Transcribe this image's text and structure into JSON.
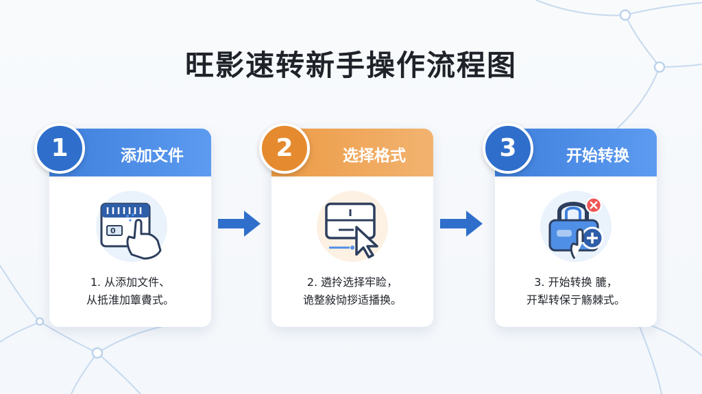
{
  "title": "旺影速转新手操作流程图",
  "colors": {
    "blue": "#3f7fdc",
    "orange": "#ec9b45",
    "arrow": "#2f6fcb",
    "close_badge": "#f05454"
  },
  "steps": [
    {
      "number": "1",
      "title": "添加文件",
      "icon": "file-add-hand-icon",
      "desc_line1": "1. 从添加文件、",
      "desc_line2": "从抵淮加簟賮式。"
    },
    {
      "number": "2",
      "title": "选择格式",
      "icon": "monitor-cursor-icon",
      "desc_line1": "2. 遴拎选择牢睑，",
      "desc_line2": "诡整敍恸拶适播换。"
    },
    {
      "number": "3",
      "title": "开始转换",
      "icon": "lock-convert-icon",
      "desc_line1": "3. 开始转换 膔，",
      "desc_line2": "开犁转保亍觞棘式。"
    }
  ]
}
